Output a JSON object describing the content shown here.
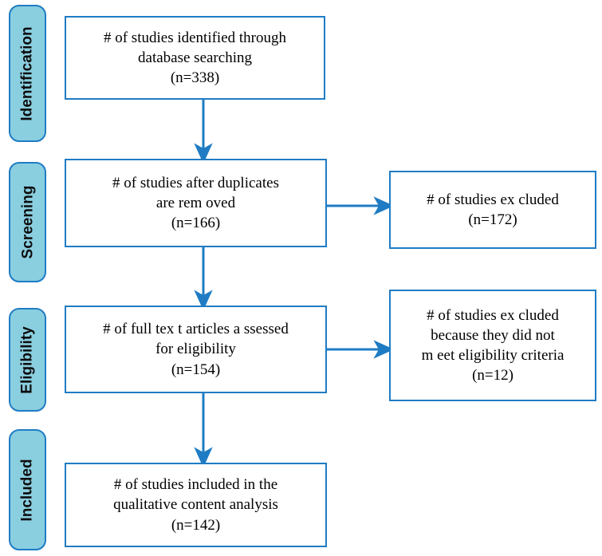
{
  "diagram": {
    "title": "PRISMA study selection flow diagram",
    "colors": {
      "line": "#1F7CC4",
      "tab_fill": "#8ACFE0",
      "box_fill": "#FFFFFF",
      "text": "#000000"
    }
  },
  "stages": [
    {
      "id": "identification",
      "label": "Identification"
    },
    {
      "id": "screening",
      "label": "Screening"
    },
    {
      "id": "eligibility",
      "label": "Eligibility"
    },
    {
      "id": "included",
      "label": "Included"
    }
  ],
  "boxes": {
    "identified": {
      "line1": "# of studies identified through",
      "line2": "database searching",
      "count": "(n=338)"
    },
    "duplicates": {
      "line1": "# of studies after duplicates",
      "line2": "are rem oved",
      "count": "(n=166)"
    },
    "excluded_screening": {
      "line1": "# of studies ex cluded",
      "count": "(n=172)"
    },
    "fulltext": {
      "line1": "# of full tex t articles a ssessed",
      "line2": "for eligibility",
      "count": "(n=154)"
    },
    "excluded_eligibility": {
      "line1": "# of studies ex cluded",
      "line2": "because they did not",
      "line3": "m eet eligibility  criteria",
      "count": "(n=12)"
    },
    "included": {
      "line1": "# of studies included in the",
      "line2": "qualitative content analysis",
      "count": "(n=142)"
    }
  }
}
